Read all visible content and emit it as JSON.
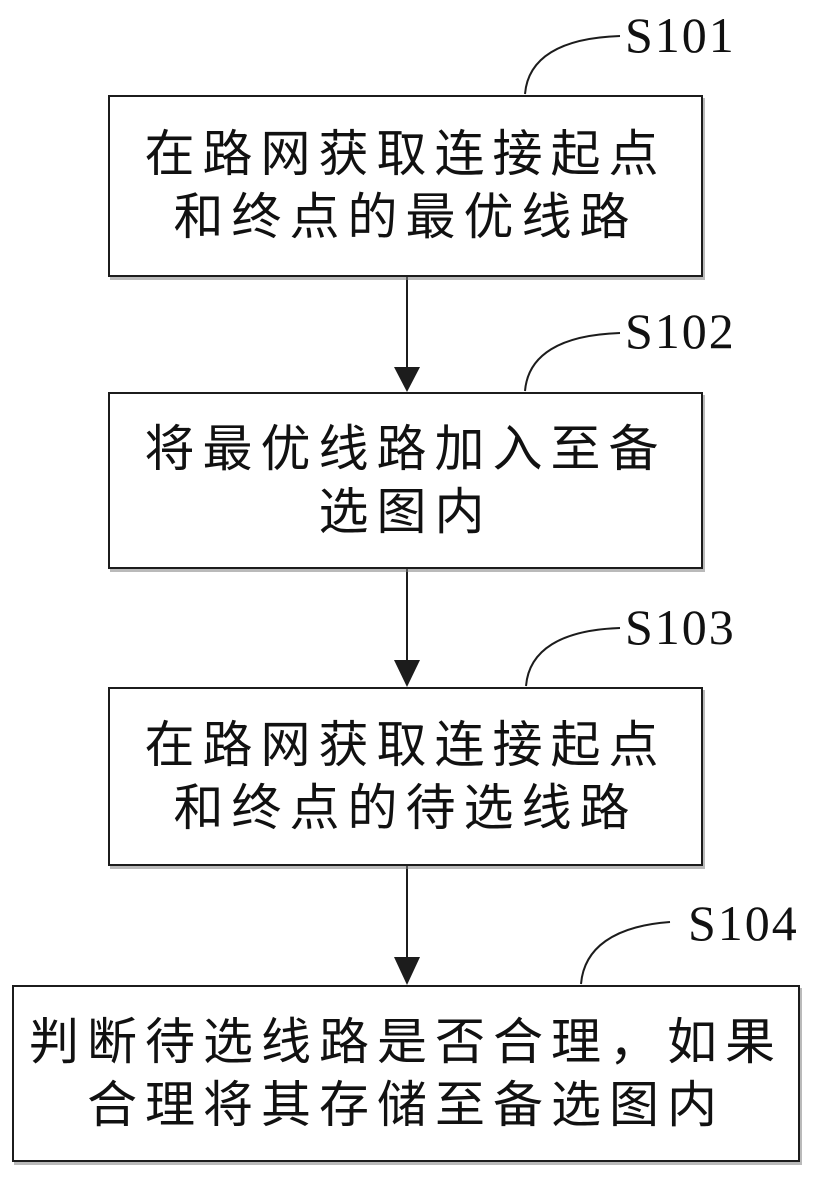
{
  "figure": {
    "colors": {
      "line": "#1c1c1c",
      "text": "#111111",
      "background": "#ffffff"
    },
    "steps": [
      {
        "label": "S101",
        "text": "在路网获取连接起点\n和终点的最优线路"
      },
      {
        "label": "S102",
        "text": "将最优线路加入至备\n选图内"
      },
      {
        "label": "S103",
        "text": "在路网获取连接起点\n和终点的待选线路"
      },
      {
        "label": "S104",
        "text": "判断待选线路是否合理，如果\n合理将其存储至备选图内"
      }
    ]
  }
}
